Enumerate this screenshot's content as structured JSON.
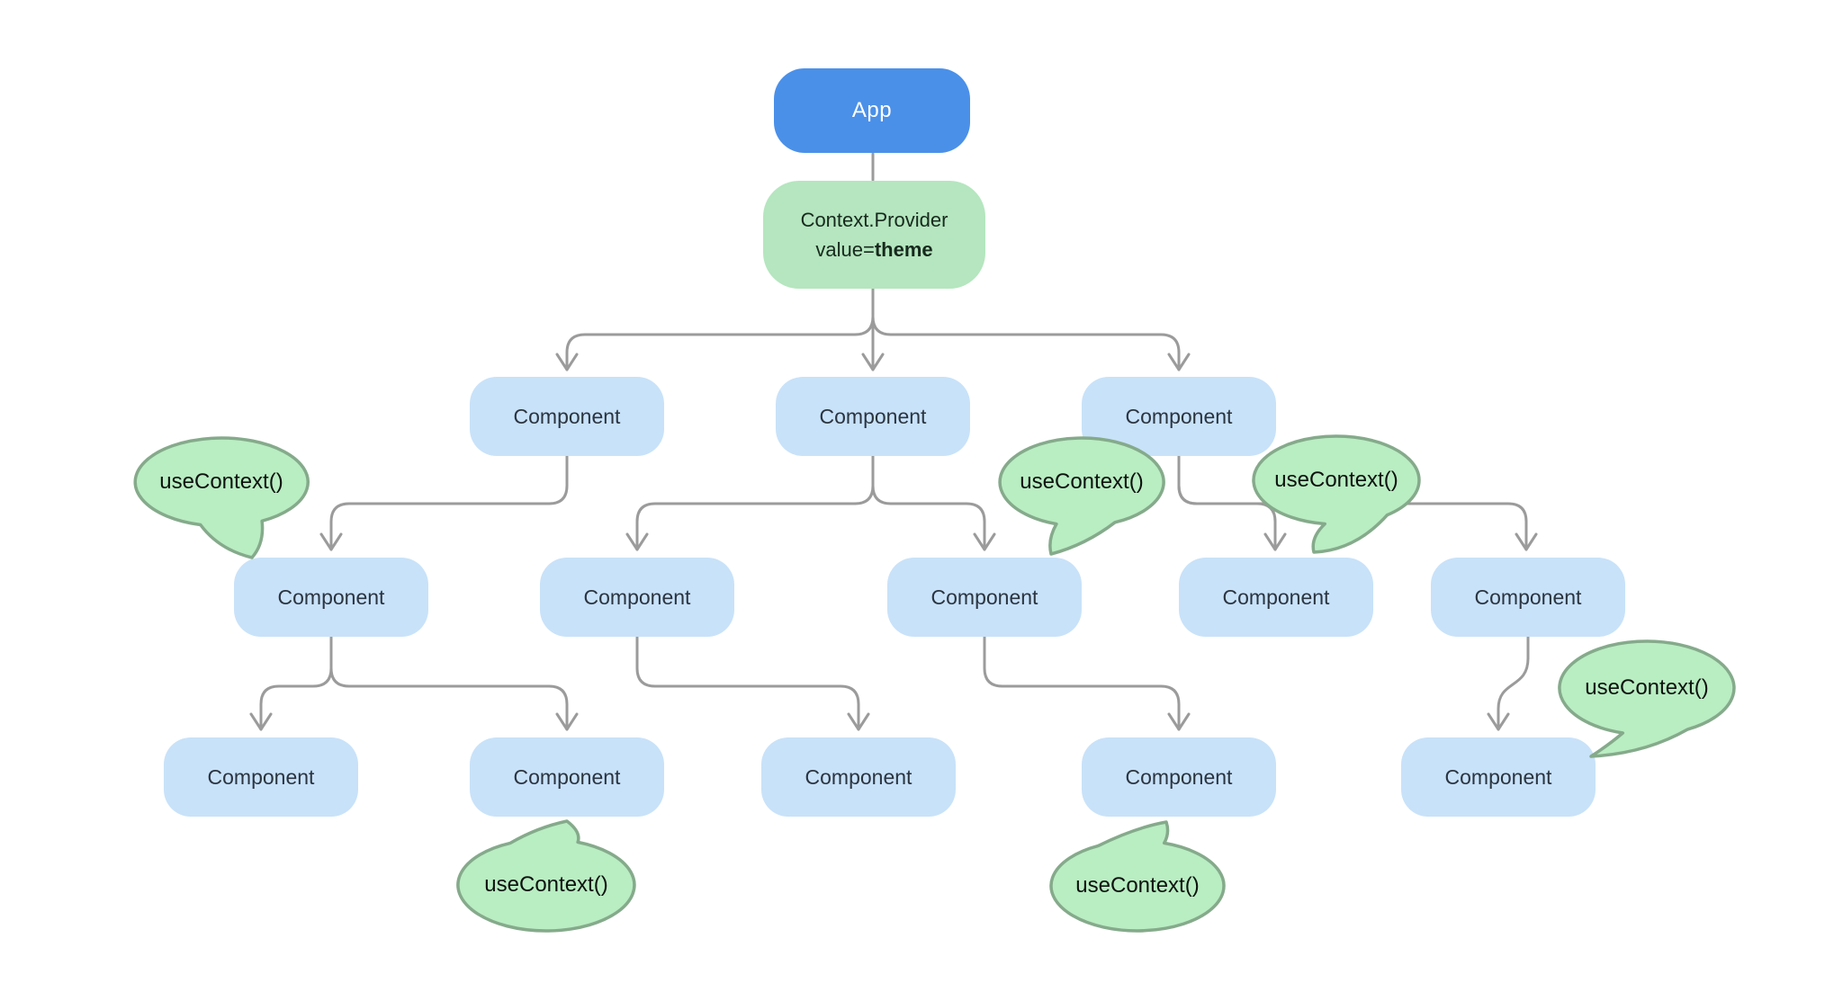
{
  "background": "#ffffff",
  "colors": {
    "app_fill": "#4a90e9",
    "app_text": "#ffffff",
    "provider_fill": "#b5e6bf",
    "provider_text": "#17291d",
    "component_fill": "#c8e2f9",
    "component_text": "#2b3440",
    "bubble_fill": "#b9edc2",
    "bubble_stroke": "#85aa8b",
    "bubble_text": "#0d120e",
    "connector": "#9b9b9b"
  },
  "nodes": {
    "app": {
      "label": "App"
    },
    "provider": {
      "title": "Context.Provider",
      "value_prefix": "value=",
      "value_name": "theme"
    }
  },
  "levels": {
    "level2": [
      {
        "label": "Component"
      },
      {
        "label": "Component"
      },
      {
        "label": "Component"
      }
    ],
    "level3": [
      {
        "label": "Component"
      },
      {
        "label": "Component"
      },
      {
        "label": "Component"
      },
      {
        "label": "Component"
      },
      {
        "label": "Component"
      }
    ],
    "level4": [
      {
        "label": "Component"
      },
      {
        "label": "Component"
      },
      {
        "label": "Component"
      },
      {
        "label": "Component"
      },
      {
        "label": "Component"
      }
    ]
  },
  "bubbles": [
    {
      "label": "useContext()"
    },
    {
      "label": "useContext()"
    },
    {
      "label": "useContext()"
    },
    {
      "label": "useContext()"
    },
    {
      "label": "useContext()"
    },
    {
      "label": "useContext()"
    }
  ]
}
